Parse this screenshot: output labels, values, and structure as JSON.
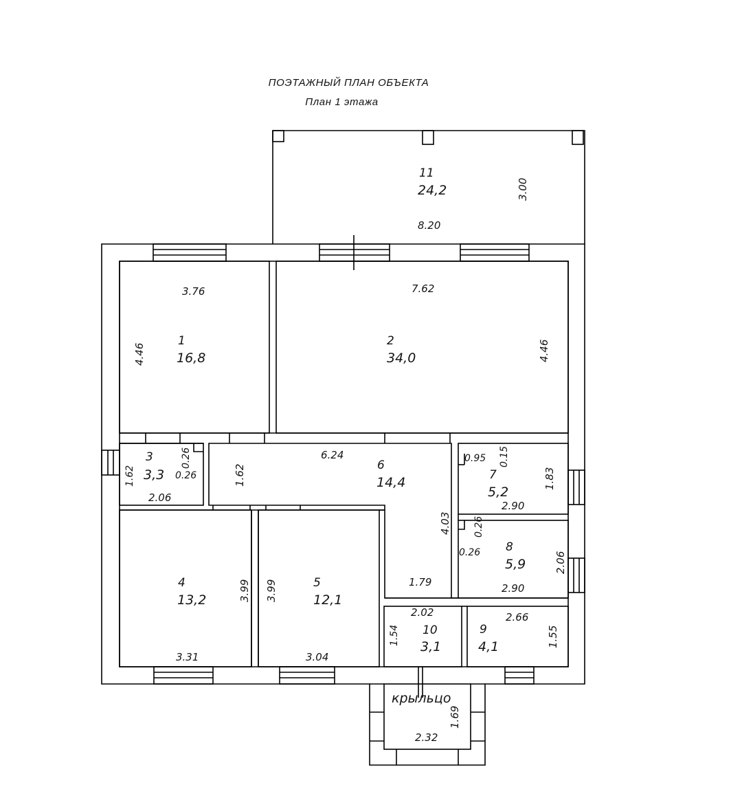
{
  "header": {
    "title": "ПОЭТАЖНЫЙ ПЛАН ОБЪЕКТА",
    "subtitle": "План 1 этажа"
  },
  "rooms": {
    "r1": {
      "number": "1",
      "area": "16,8",
      "width": "3.76",
      "height": "4.46"
    },
    "r2": {
      "number": "2",
      "area": "34,0",
      "width": "7.62",
      "height": "4.46"
    },
    "r3": {
      "number": "3",
      "area": "3,3",
      "width": "2.06",
      "height": "1.62",
      "d1": "0.26",
      "d2": "0.26"
    },
    "r4": {
      "number": "4",
      "area": "13,2",
      "width": "3.31",
      "height": "3.99"
    },
    "r5": {
      "number": "5",
      "area": "12,1",
      "width": "3.04",
      "height": "3.99"
    },
    "r6": {
      "number": "6",
      "area": "14,4",
      "width": "6.24",
      "height": "1.62",
      "d_vert": "4.03",
      "d_bottom": "1.79"
    },
    "r7": {
      "number": "7",
      "area": "5,2",
      "width": "2.90",
      "height": "1.83",
      "d1": "0.95",
      "d2": "0.15"
    },
    "r8": {
      "number": "8",
      "area": "5,9",
      "width": "2.90",
      "height": "2.06",
      "d1": "0.26",
      "d2": "0.26"
    },
    "r9": {
      "number": "9",
      "area": "4,1",
      "width": "2.66",
      "height": "1.55"
    },
    "r10": {
      "number": "10",
      "area": "3,1",
      "width": "2.02",
      "height": "1.54"
    },
    "r11": {
      "number": "11",
      "area": "24,2",
      "width": "8.20",
      "height": "3.00"
    },
    "porch": {
      "label": "крыльцо",
      "width": "2.32",
      "height": "1.69"
    }
  },
  "colors": {
    "line": "#000000",
    "background": "#ffffff"
  }
}
